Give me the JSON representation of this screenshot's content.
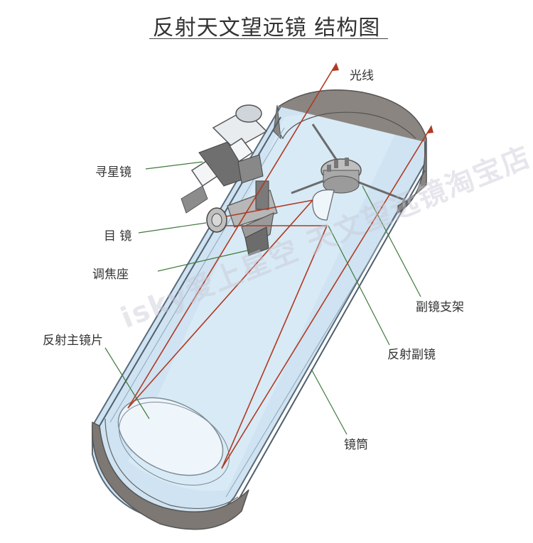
{
  "title": "反射天文望远镜 结构图",
  "labels": {
    "light": "光线",
    "finder": "寻星镜",
    "eyepiece": "目 镜",
    "focuser": "调焦座",
    "primary_mirror": "反射主镜片",
    "spider": "副镜支架",
    "secondary_mirror": "反射副镜",
    "tube": "镜筒"
  },
  "watermark": "isky爱上星空 天文望远镜淘宝店",
  "colors": {
    "tube_fill": "#cfe3f2",
    "tube_rim": "#7d7873",
    "light_ray": "#b03a22",
    "leader_line": "#3f7a3a"
  }
}
